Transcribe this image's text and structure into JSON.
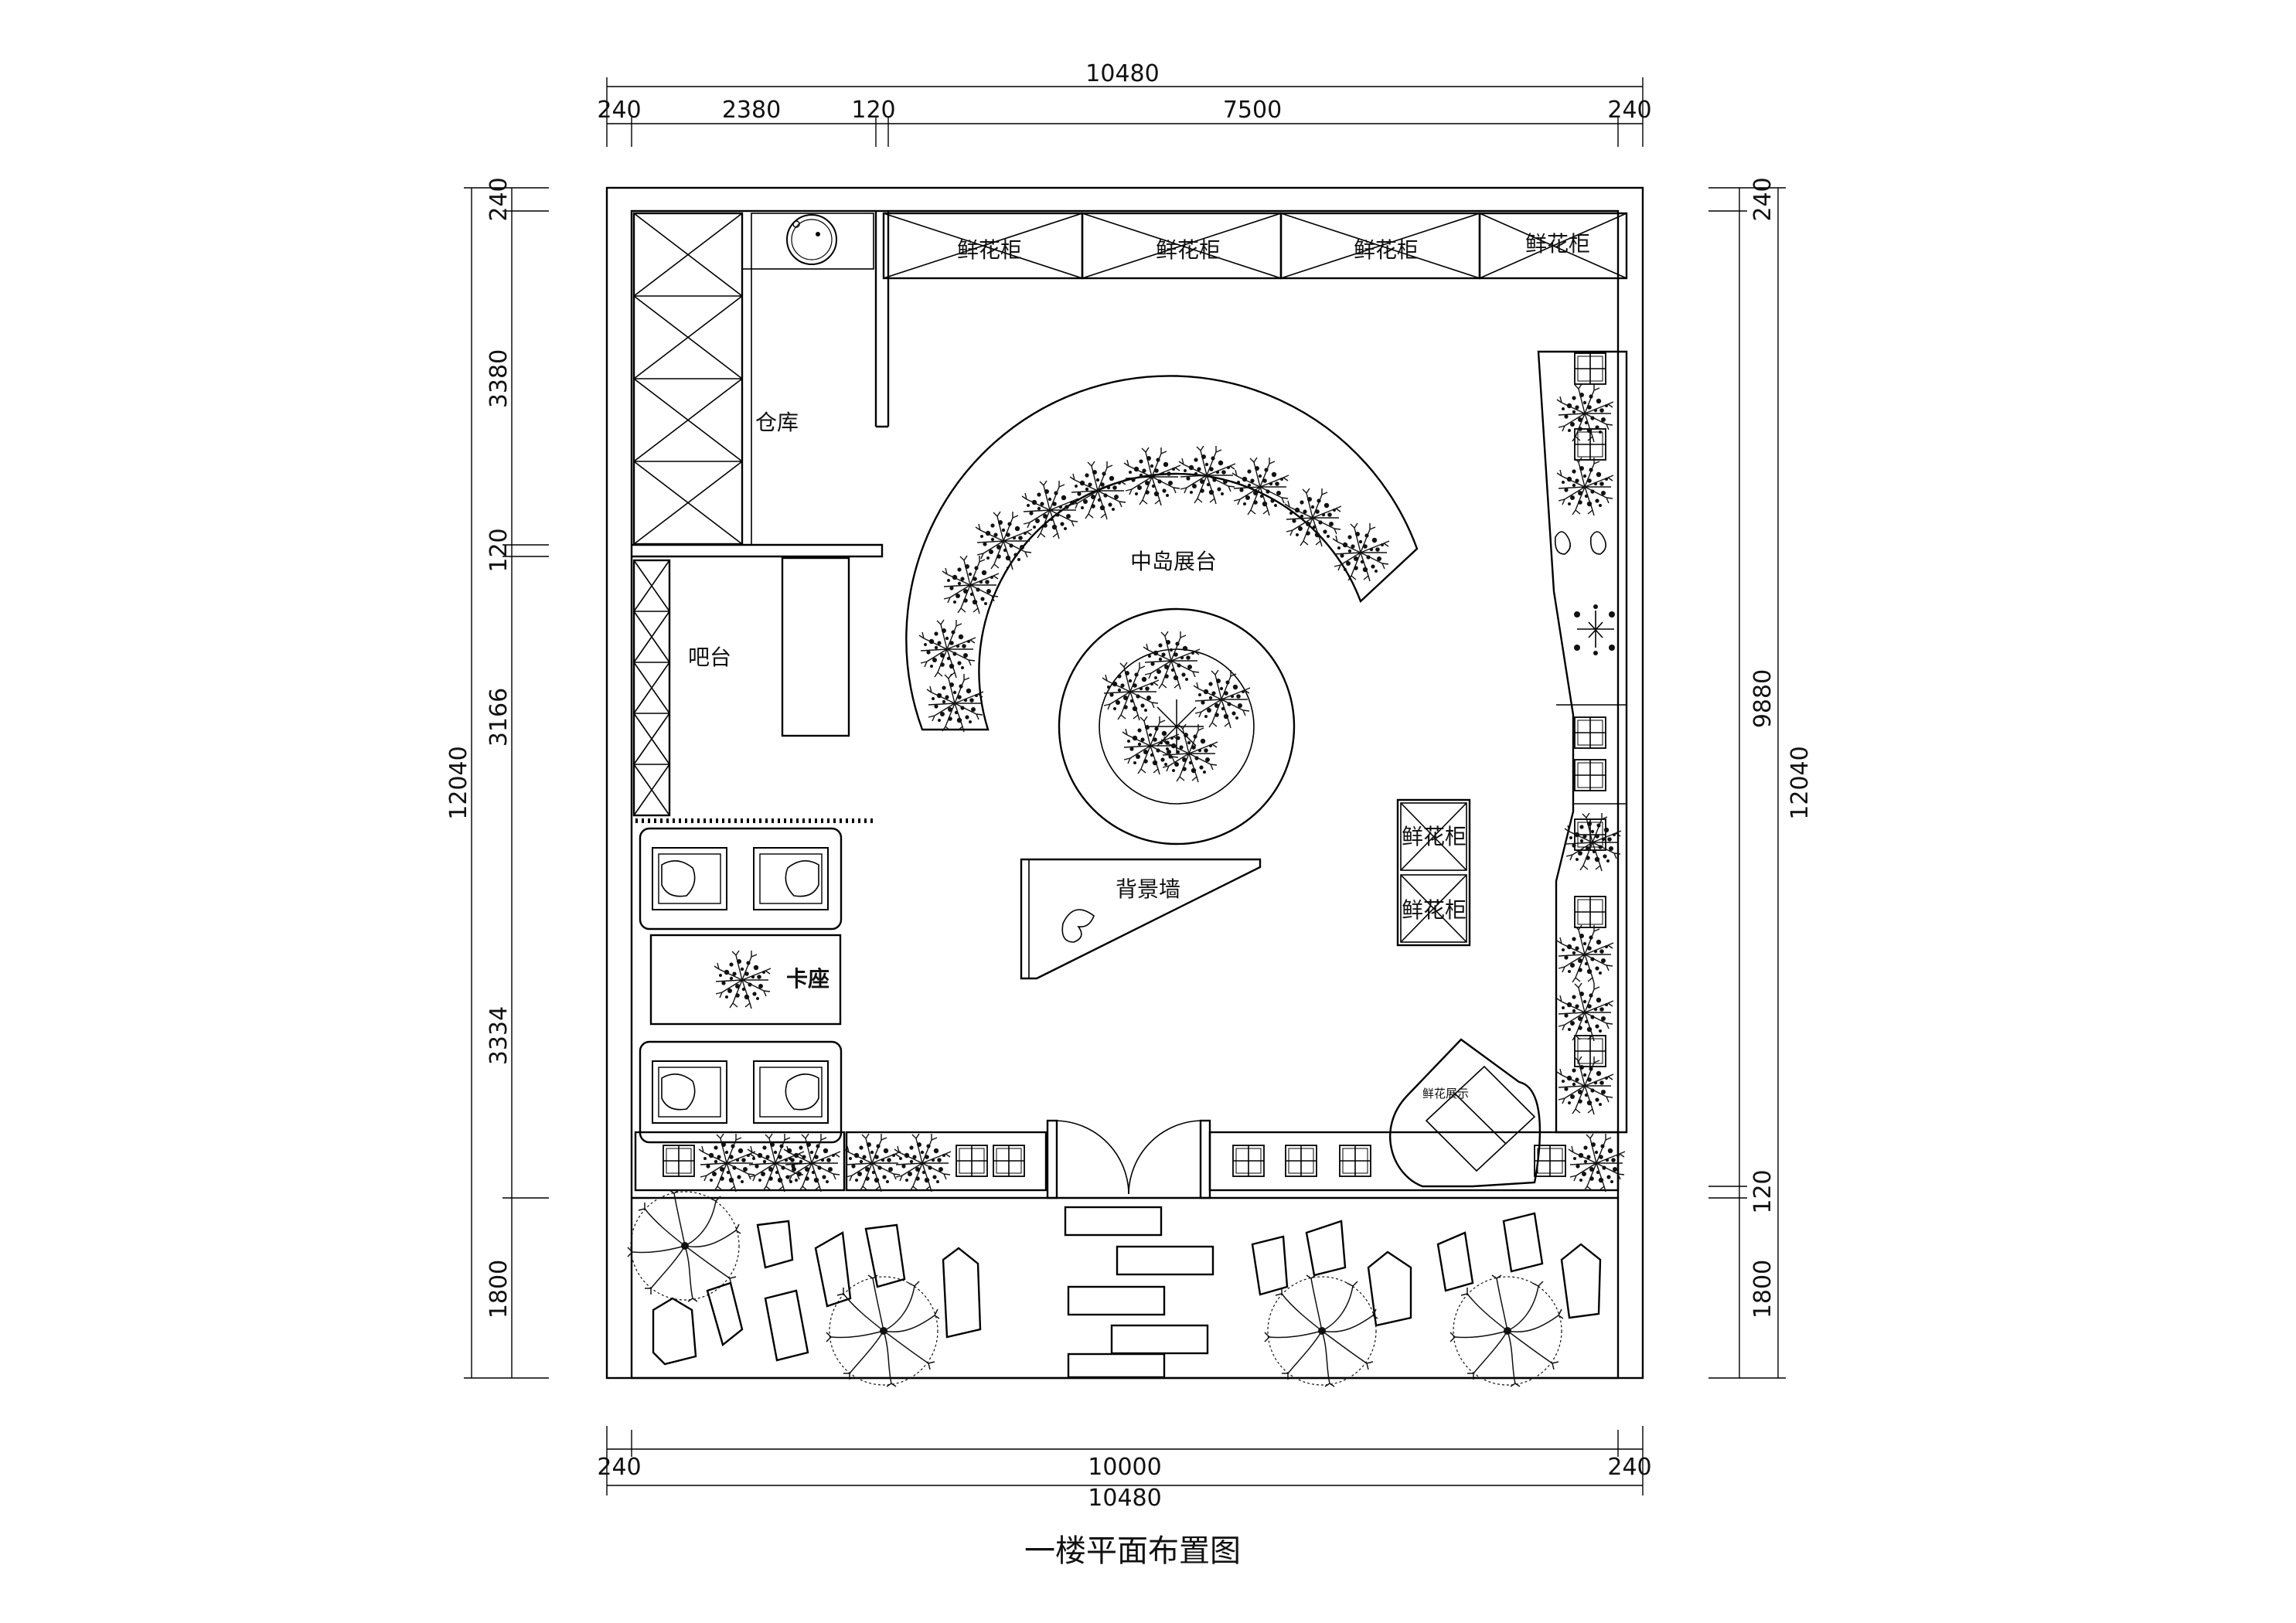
{
  "drawing": {
    "title": "一楼平面布置图",
    "line_color": "#000000",
    "background_color": "#ffffff"
  },
  "dimensions": {
    "top_total": "10480",
    "top_segments": [
      "240",
      "2380",
      "120",
      "7500",
      "240"
    ],
    "bottom_segments": [
      "240",
      "10000",
      "240"
    ],
    "bottom_total": "10480",
    "left_segments": [
      "240",
      "3380",
      "120",
      "3166",
      "3334",
      "1800"
    ],
    "left_total": "12040",
    "right_segments": [
      "240",
      "9880",
      "120",
      "1800"
    ],
    "right_total": "12040"
  },
  "rooms": {
    "storage": "仓库",
    "bar": "吧台",
    "island": "中岛展台",
    "background_wall": "背景墙",
    "booth": "卡座",
    "flower_cabinet": "鲜花柜",
    "flower_cabinets_top": [
      "鲜花柜",
      "鲜花柜",
      "鲜花柜",
      "鲜花柜"
    ],
    "flower_cabinets_middle": [
      "鲜花柜",
      "鲜花柜"
    ],
    "corner_unit": "鲜花展示"
  },
  "icons": {
    "shrub": "shrub-icon",
    "tree": "tree-icon",
    "sofa": "sofa-icon",
    "sink": "sink-icon",
    "door": "door-swing-icon",
    "window": "window-icon"
  }
}
